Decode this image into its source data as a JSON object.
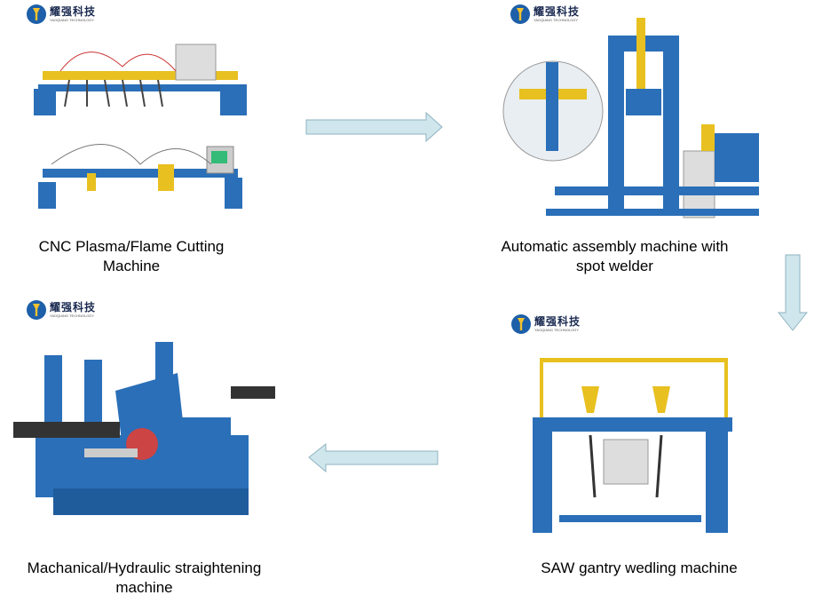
{
  "logo": {
    "cn": "耀强科技",
    "en": "YAOQIANG TECHNOLOGY"
  },
  "steps": [
    {
      "caption": "CNC Plasma/Flame Cutting Machine",
      "line1": "CNC Plasma/Flame Cutting",
      "line2": "Machine"
    },
    {
      "caption": "Automatic assembly machine with spot welder",
      "line1": "Automatic assembly machine with",
      "line2": "spot welder"
    },
    {
      "caption": "SAW gantry wedling machine",
      "line1": "SAW gantry wedling machine"
    },
    {
      "caption": "Machanical/Hydraulic straightening machine",
      "line1": "Machanical/Hydraulic straightening",
      "line2": "machine"
    }
  ],
  "colors": {
    "machine_blue": "#2a6fb8",
    "arrow_fill": "#cfe6ec",
    "arrow_stroke": "#8fb3c0"
  }
}
